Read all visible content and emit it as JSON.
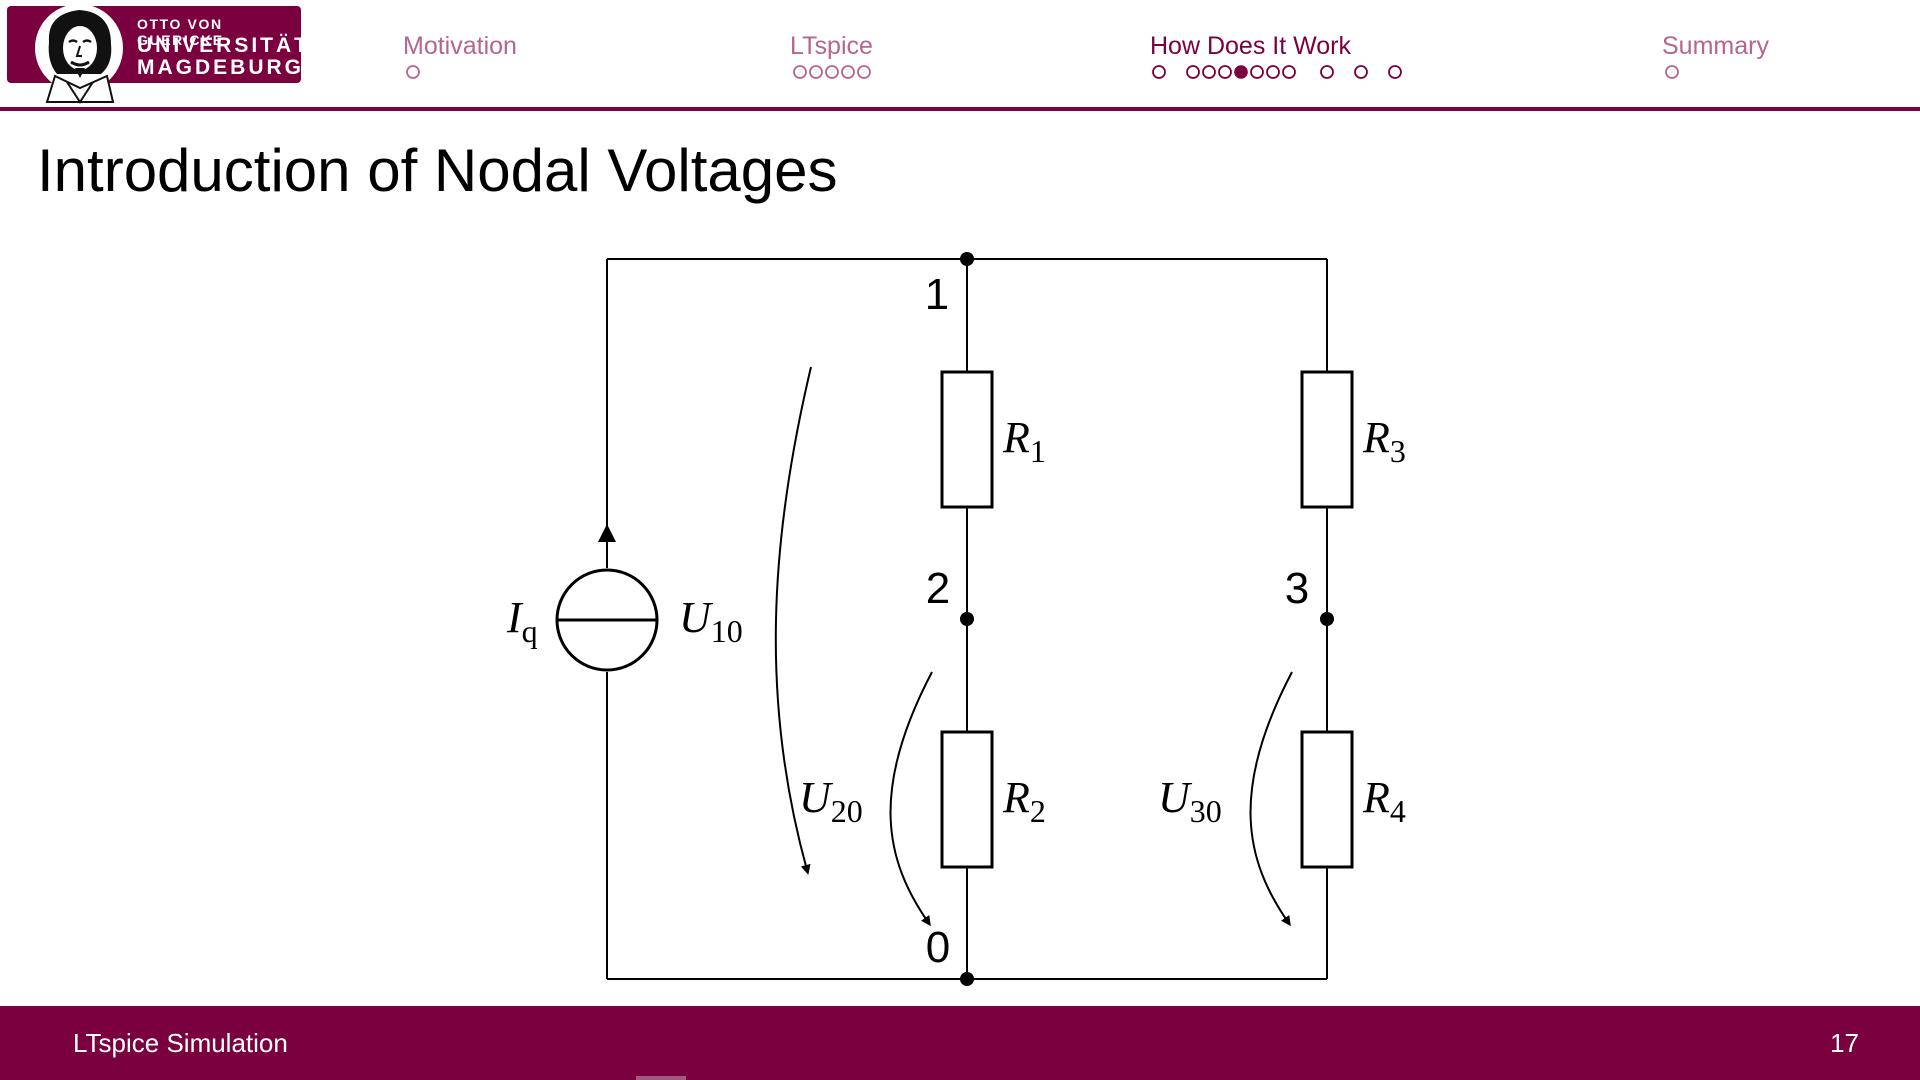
{
  "logo": {
    "line1": "OTTO VON GUERICKE",
    "line2": "UNIVERSITÄT",
    "line3": "MAGDEBURG"
  },
  "nav": {
    "sections": [
      {
        "label": "Motivation",
        "active": false
      },
      {
        "label": "LTspice",
        "active": false
      },
      {
        "label": "How Does It Work",
        "active": true
      },
      {
        "label": "Summary",
        "active": false
      }
    ]
  },
  "slide": {
    "title": "Introduction of Nodal Voltages"
  },
  "circuit": {
    "nodes": [
      "1",
      "2",
      "3",
      "0"
    ],
    "source": {
      "symbol": "I",
      "subscript": "q"
    },
    "resistors": [
      {
        "symbol": "R",
        "subscript": "1"
      },
      {
        "symbol": "R",
        "subscript": "2"
      },
      {
        "symbol": "R",
        "subscript": "3"
      },
      {
        "symbol": "R",
        "subscript": "4"
      }
    ],
    "voltages": [
      {
        "symbol": "U",
        "subscript": "10"
      },
      {
        "symbol": "U",
        "subscript": "20"
      },
      {
        "symbol": "U",
        "subscript": "30"
      }
    ]
  },
  "footer": {
    "title": "LTspice Simulation",
    "page": "17"
  },
  "colors": {
    "brand": "#7a003f",
    "nav_inactive": "#b4668d"
  }
}
